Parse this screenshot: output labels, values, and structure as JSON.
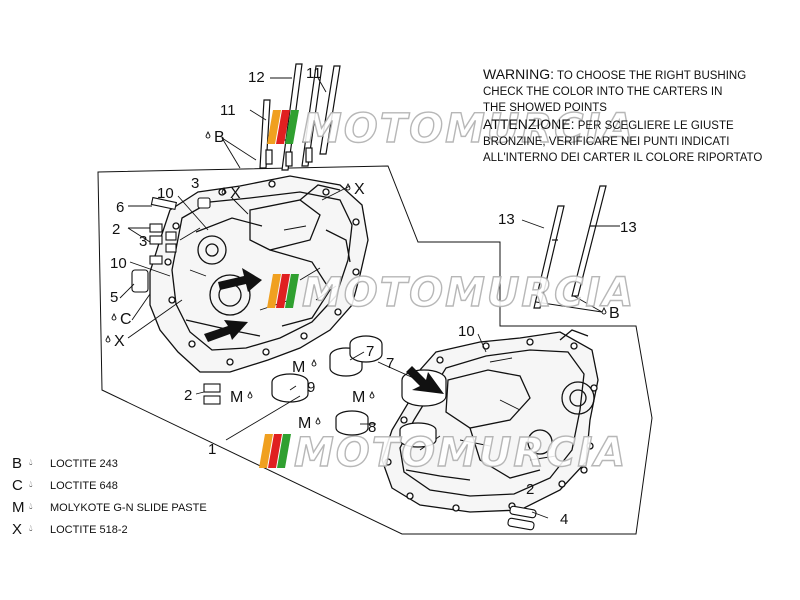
{
  "warning": {
    "en_head": "WARNING:",
    "en_text_1": "TO CHOOSE THE RIGHT BUSHING",
    "en_text_2": "CHECK THE COLOR INTO THE CARTERS IN",
    "en_text_3": "THE SHOWED POINTS",
    "it_head": "ATTENZIONE:",
    "it_text_1": "PER SCEGLIERE LE GIUSTE",
    "it_text_2": "BRONZINE, VERIFICARE NEI PUNTI INDICATI",
    "it_text_3": "ALL'INTERNO DEI CARTER IL COLORE RIPORTATO"
  },
  "callouts": {
    "c12": "12",
    "c11a": "11",
    "c11b": "11",
    "b_top": "B",
    "x_top1": "X",
    "x_top2": "X",
    "c3_top": "3",
    "c6": "6",
    "c10a": "10",
    "c2a": "2",
    "c3b": "3",
    "c10b": "10",
    "c5": "5",
    "c_mark": "C",
    "x_left": "X",
    "c13a": "13",
    "c13b": "13",
    "b_right": "B",
    "c10c": "10",
    "c7a": "7",
    "c7b": "7",
    "m1": "M",
    "c9": "9",
    "c2b": "2",
    "m2": "M",
    "m3": "M",
    "c8": "8",
    "m4": "M",
    "c1": "1",
    "c2c": "2",
    "c4": "4"
  },
  "legend": [
    {
      "code": "B",
      "text": "LOCTITE 243"
    },
    {
      "code": "C",
      "text": "LOCTITE 648"
    },
    {
      "code": "M",
      "text": "MOLYKOTE G-N SLIDE PASTE"
    },
    {
      "code": "X",
      "text": "LOCTITE 518-2"
    }
  ],
  "watermark": "MOTOMURCIA",
  "colors": {
    "line": "#111111",
    "flag_orange": "#f0a020",
    "flag_red": "#e02020",
    "flag_green": "#30a030"
  }
}
